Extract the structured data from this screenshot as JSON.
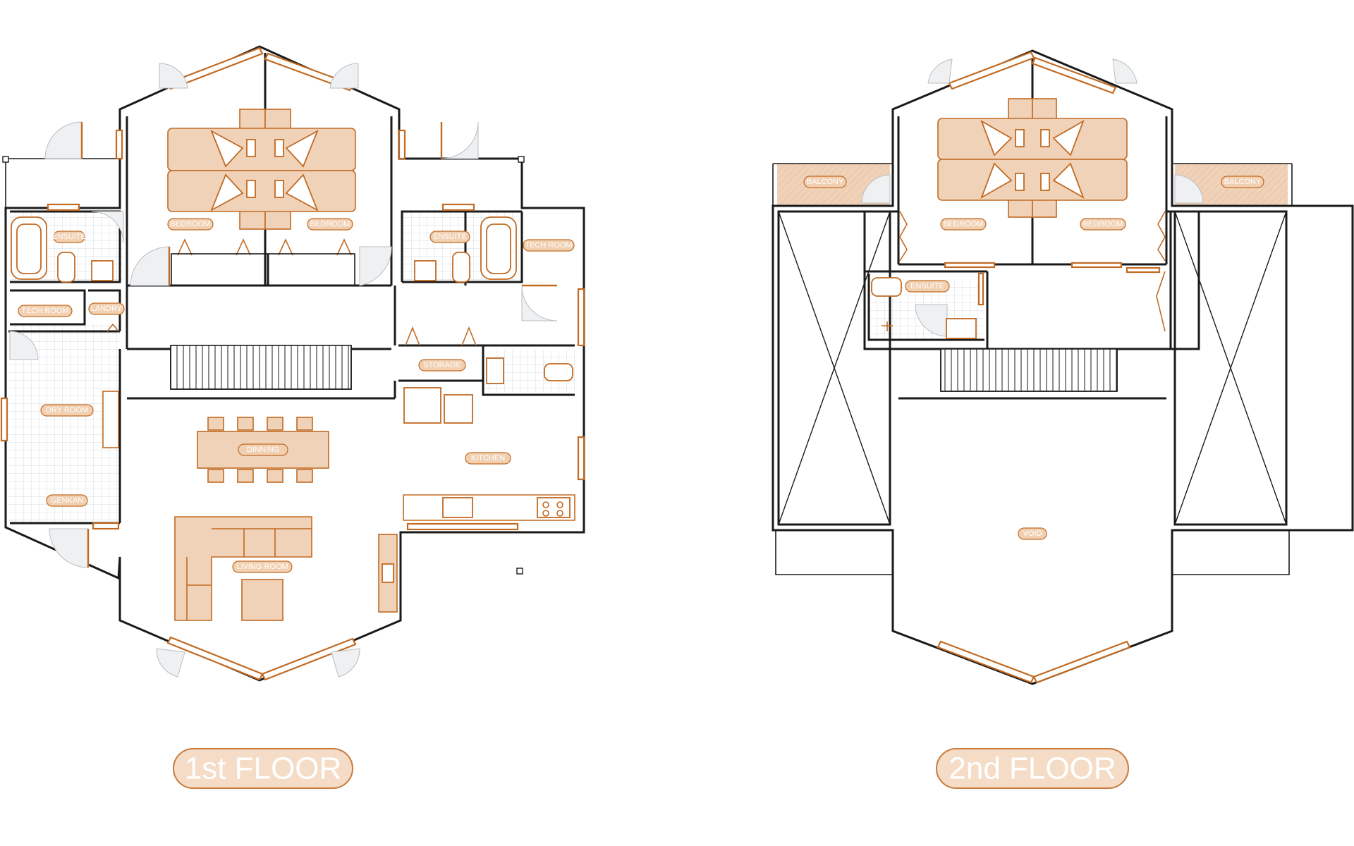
{
  "floors": [
    {
      "title": "1st FLOOR",
      "rooms": {
        "ensuite_left": "ENSUITE",
        "bedroom_left": "BEDROOM",
        "bedroom_right": "BEDROOM",
        "ensuite_right": "ENSUITE",
        "tech_room_right": "TECH ROOM",
        "tech_room_left": "TECH ROOM",
        "laundry": "LANDRY",
        "storage": "STORAGE",
        "dry_room": "DRY ROOM",
        "dinning": "DINNING",
        "kitchen": "KITCHEN",
        "genkan": "GENKAN",
        "living_room": "LIVING ROOM"
      }
    },
    {
      "title": "2nd FLOOR",
      "rooms": {
        "balcony_left": "BALCONY",
        "balcony_right": "BALCONY",
        "bedroom_left": "BEDROOM",
        "bedroom_right": "BEDROOM",
        "ensuite": "ENSUITE",
        "void": "VOID"
      }
    }
  ],
  "colors": {
    "accent": "#c26a22",
    "furniture_fill": "#efd2b8",
    "label_fill": "#f1cfb1",
    "wall": "#1a1a1a"
  }
}
